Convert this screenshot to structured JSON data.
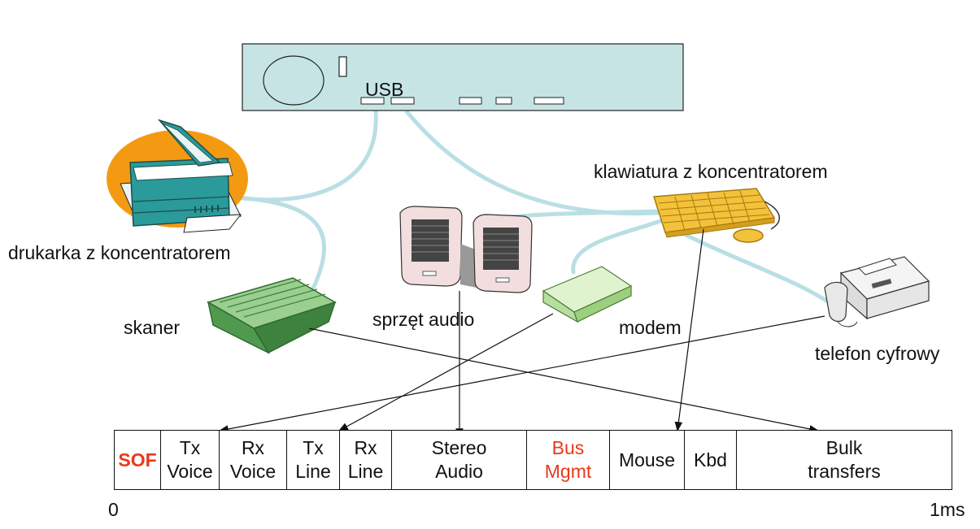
{
  "host": {
    "port_label": "USB"
  },
  "devices": {
    "printer": "drukarka z koncentratorem",
    "scanner": "skaner",
    "audio": "sprzęt audio",
    "keyboard": "klawiatura z koncentratorem",
    "modem": "modem",
    "phone": "telefon cyfrowy"
  },
  "frame": {
    "slots": [
      {
        "lines": [
          "SOF"
        ],
        "color": "red",
        "bold": true
      },
      {
        "lines": [
          "Tx",
          "Voice"
        ]
      },
      {
        "lines": [
          "Rx",
          "Voice"
        ]
      },
      {
        "lines": [
          "Tx",
          "Line"
        ]
      },
      {
        "lines": [
          "Rx",
          "Line"
        ]
      },
      {
        "lines": [
          "Stereo",
          "Audio"
        ]
      },
      {
        "lines": [
          "Bus",
          "Mgmt"
        ],
        "color": "red"
      },
      {
        "lines": [
          "Mouse"
        ]
      },
      {
        "lines": [
          "Kbd"
        ]
      },
      {
        "lines": [
          "Bulk",
          "transfers"
        ]
      }
    ],
    "start_label": "0",
    "end_label": "1ms"
  },
  "colors": {
    "cable": "#b9dfe4",
    "host_fill": "#c6e4e4",
    "printer_body": "#2b9a9a",
    "printer_halo": "#f49a12",
    "scanner": "#4f9a4f",
    "keyboard": "#f3c23a",
    "modem": "#c9e8b5",
    "accent_red": "#e8391d"
  }
}
